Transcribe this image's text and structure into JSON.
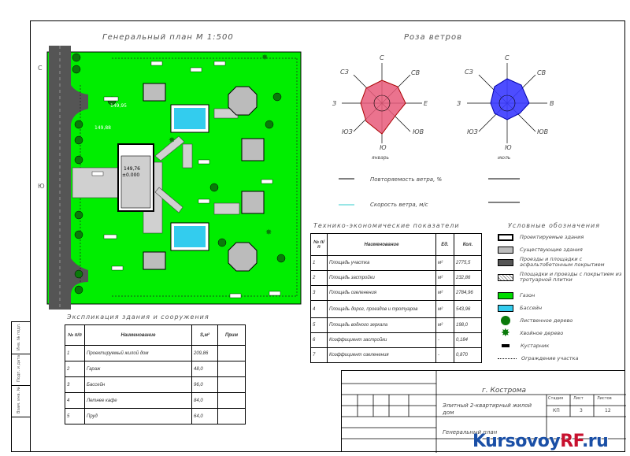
{
  "plan": {
    "title": "Генеральный  план  М 1:500"
  },
  "wind": {
    "title": "Роза  ветров",
    "dirs": [
      "С",
      "СВ",
      "В",
      "ЮВ",
      "Ю",
      "ЮЗ",
      "З",
      "СЗ"
    ],
    "left_dirs_east": "Е",
    "left_caption": "январь",
    "right_caption": "июль",
    "legend_freq": "Повторяемость  ветра,  %",
    "legend_speed": "Скорость  ветра,  м/с"
  },
  "explication": {
    "title": "Экспликация  здания  и  сооружения",
    "headers": [
      "№ п/п",
      "Наименование",
      "S,м²",
      "Прим"
    ],
    "rows": [
      [
        "1",
        "Проектируемый жилой дом",
        "209,86"
      ],
      [
        "2",
        "Гараж",
        "48,0"
      ],
      [
        "3",
        "Бассейн",
        "96,0"
      ],
      [
        "4",
        "Летнее кафе",
        "84,0"
      ],
      [
        "5",
        "Пруд",
        "64,0"
      ]
    ]
  },
  "tep": {
    "title": "Технико-экономические  показатели",
    "headers": [
      "№ п/п",
      "Наименование",
      "Ед.",
      "Кол."
    ],
    "rows": [
      [
        "1",
        "Площадь участка",
        "м²",
        "2775,5"
      ],
      [
        "2",
        "Площадь застройки",
        "м²",
        "232,86"
      ],
      [
        "3",
        "Площадь озеленения",
        "м²",
        "2784,96"
      ],
      [
        "4",
        "Площадь дорог, проездов и тротуаров",
        "м²",
        "543,96"
      ],
      [
        "5",
        "Площадь водного зеркала",
        "м²",
        "198,0"
      ],
      [
        "6",
        "Коэффициент застройки",
        "-",
        "0,184"
      ],
      [
        "7",
        "Коэффициент озеленения",
        "-",
        "0,870"
      ]
    ]
  },
  "legend": {
    "title": "Условные  обозначения",
    "items": [
      {
        "label": "Проектируемые  здания",
        "color": "#ffffff"
      },
      {
        "label": "Существующие  здания",
        "color": "#bdbdbd"
      },
      {
        "label": "Проезды и площадки с асфальтобетонным покрытием",
        "color": "#555555"
      },
      {
        "label": "Площадки и проезды с покрытием из тротуарной плитки",
        "color": "#d9d9d9"
      },
      {
        "label": "Газон",
        "color": "#00dd00"
      },
      {
        "label": "Бассейн",
        "color": "#33ccee"
      },
      {
        "label": "Лиственное  дерево",
        "color": "#0a7a0a"
      },
      {
        "label": "Хвойное  дерево",
        "color": "#0a7a0a"
      },
      {
        "label": "Кустарник",
        "color": "#000000"
      },
      {
        "label": "Ограждение  участка",
        "color": "#000000"
      }
    ]
  },
  "stamp": {
    "city": "г. Кострома",
    "project": "Элитный  2-квартирный  жилой  дом",
    "sheet_title": "Генеральный  план",
    "stage_label": "Стадия",
    "sheet_label": "Лист",
    "sheets_label": "Листов",
    "stage": "КП",
    "sheet": "3",
    "sheets": "12"
  },
  "watermark": {
    "a": "Kursovoy",
    "b": "RF",
    "c": ".ru"
  },
  "colors": {
    "grass": "#00ee00",
    "road": "#555555",
    "pool": "#33ccee",
    "wind_jan": "#e85a7a",
    "wind_jul": "#3a3aff"
  }
}
